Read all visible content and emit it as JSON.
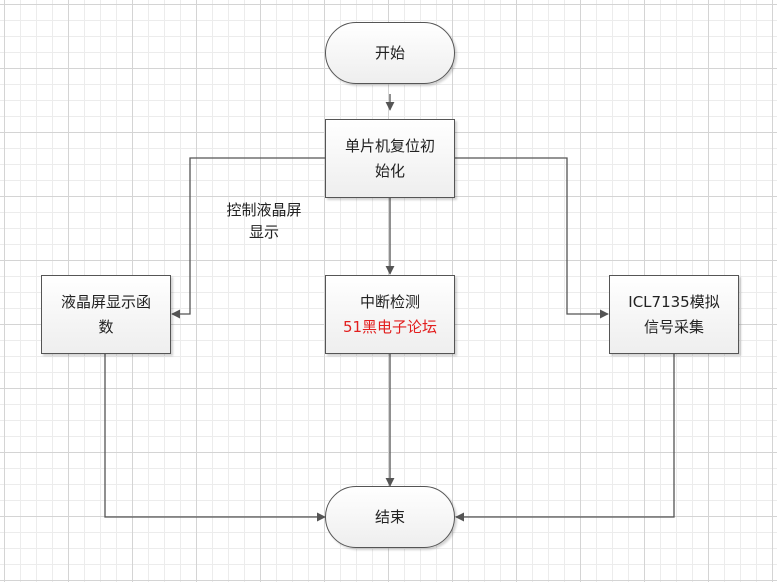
{
  "nodes": {
    "start": "开始",
    "init": [
      "单片机复位初",
      "始化"
    ],
    "lcd_func": [
      "液晶屏显示函",
      "数"
    ],
    "interrupt": "中断检测",
    "watermark": "51黑电子论坛",
    "icl": [
      "ICL7135模拟",
      "信号采集"
    ],
    "end": "结束"
  },
  "edge_labels": {
    "control_lcd": [
      "控制液晶屏",
      "显示"
    ]
  },
  "colors": {
    "line": "#555555",
    "node_border": "#555555",
    "watermark": "#e21e1e"
  }
}
